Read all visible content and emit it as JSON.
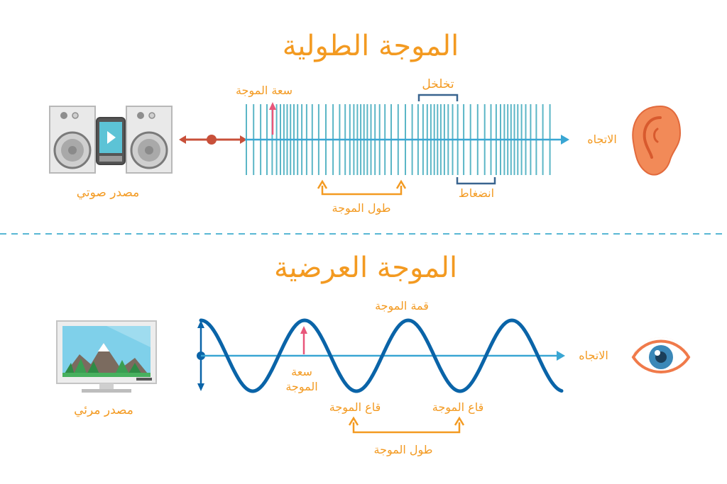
{
  "colors": {
    "orange": "#f39a21",
    "teal": "#5bb6c6",
    "blue_line": "#39a6d3",
    "dark_blue": "#0a64a8",
    "pink": "#e8567a",
    "red": "#c8503a",
    "divider": "#58b7d4"
  },
  "longitudinal": {
    "title": "الموجة الطولية",
    "amplitude_label": "سعة الموجة",
    "rarefaction_label": "تخلخل",
    "compression_label": "انضغاط",
    "wavelength_label": "طول الموجة",
    "direction_label": "الاتجاه",
    "source_label": "مصدر صوتي",
    "source_icon": "speaker-system-icon",
    "receiver_icon": "ear-icon"
  },
  "transverse": {
    "title": "الموجة العرضية",
    "crest_label": "قمة الموجة",
    "amplitude_label_line1": "سعة",
    "amplitude_label_line2": "الموجة",
    "trough_label_1": "قاع الموجة",
    "trough_label_2": "قاع الموجة",
    "wavelength_label": "طول الموجة",
    "direction_label": "الاتجاه",
    "source_label": "مصدر مرئي",
    "source_icon": "monitor-icon",
    "receiver_icon": "eye-icon"
  }
}
